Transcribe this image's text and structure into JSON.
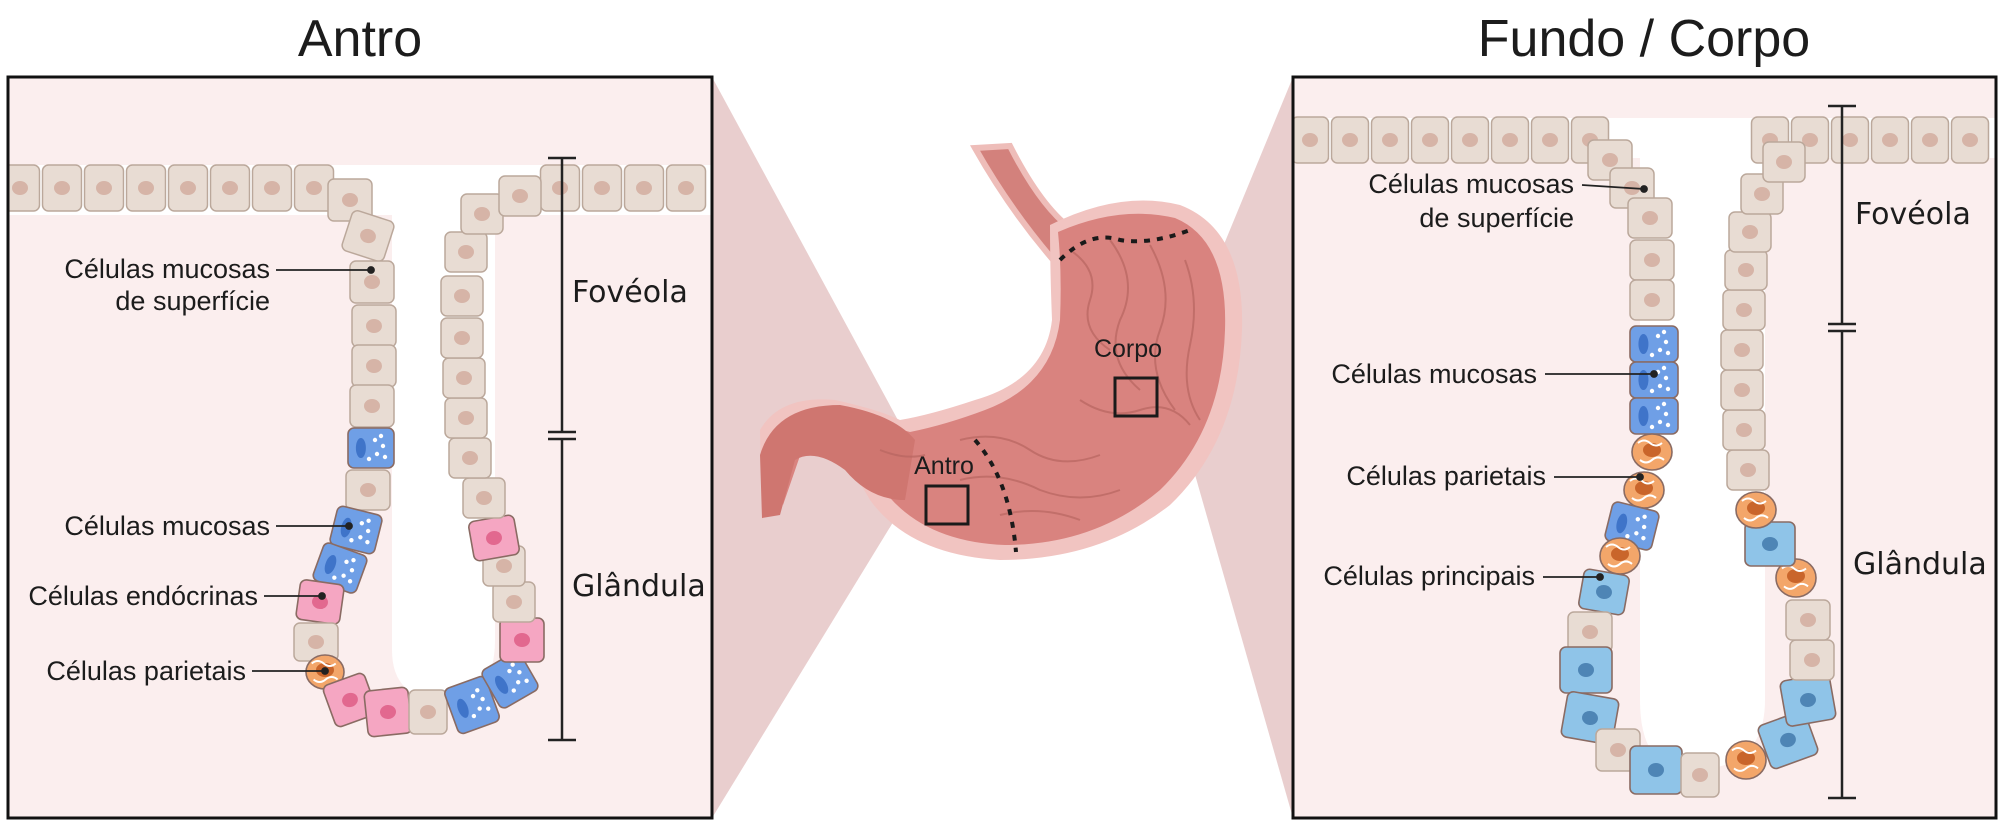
{
  "left_panel": {
    "title": "Antro",
    "zones": {
      "top": "Fovéola",
      "bottom": "Glândula"
    },
    "labels": {
      "surface_line1": "Células mucosas",
      "surface_line2": "de superfície",
      "mucous": "Células mucosas",
      "endocrine": "Células endócrinas",
      "parietal": "Células parietais"
    }
  },
  "right_panel": {
    "title": "Fundo / Corpo",
    "zones": {
      "top": "Fovéola",
      "bottom": "Glândula"
    },
    "labels": {
      "surface_line1": "Células mucosas",
      "surface_line2": "de superfície",
      "mucous": "Células mucosas",
      "parietal": "Células parietais",
      "chief": "Células principais"
    }
  },
  "stomach": {
    "antrum_label": "Antro",
    "body_label": "Corpo"
  },
  "colors": {
    "tissue_bg": "#fbeeee",
    "surface_cell": "#e8dcd3",
    "surface_nucleus": "#d6b4a7",
    "mucous_cell": "#6f9fe6",
    "endocrine_cell": "#f5a6c2",
    "parietal_cell": "#f3a66a",
    "chief_cell": "#8fc4e8",
    "stomach": "#d98a86",
    "callout_wedge": "#e8c4c4",
    "frame": "#111111"
  }
}
